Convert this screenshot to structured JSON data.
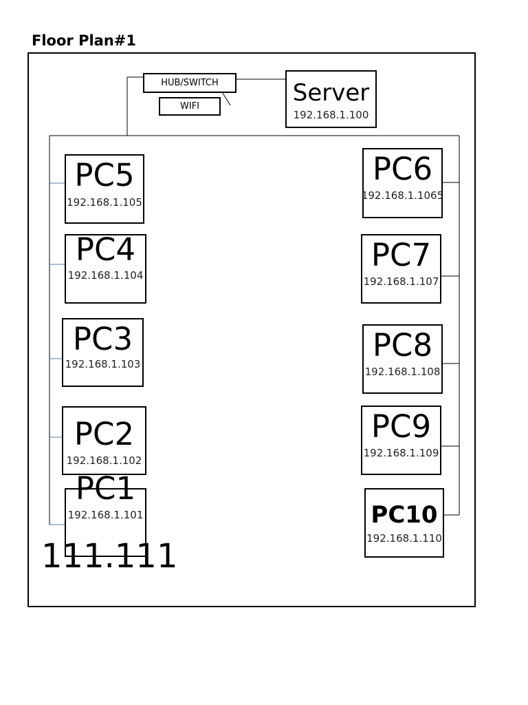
{
  "title": "Floor Plan#1",
  "network": {
    "hub": "HUB/SWITCH",
    "wifi": "WIFI",
    "server": {
      "name": "Server",
      "ip": "192.168.1.100"
    }
  },
  "pcs": [
    {
      "name": "PC5",
      "ip": "192.168.1.105"
    },
    {
      "name": "PC4",
      "ip": "192.168.1.104"
    },
    {
      "name": "PC3",
      "ip": "192.168.1.103"
    },
    {
      "name": "PC2",
      "ip": "192.168.1.102"
    },
    {
      "name": "PC1",
      "ip": "192.168.1.101"
    },
    {
      "name": "PC6",
      "ip": "192.168.1.1065"
    },
    {
      "name": "PC7",
      "ip": "192.168.1.107"
    },
    {
      "name": "PC8",
      "ip": "192.168.1.108"
    },
    {
      "name": "PC9",
      "ip": "192.168.1.109"
    },
    {
      "name": "PC10",
      "ip": "192.168.1.110"
    }
  ],
  "stray_text": "111.111",
  "colors": {
    "left_branch": "#5b7fa6",
    "line": "#000000"
  }
}
